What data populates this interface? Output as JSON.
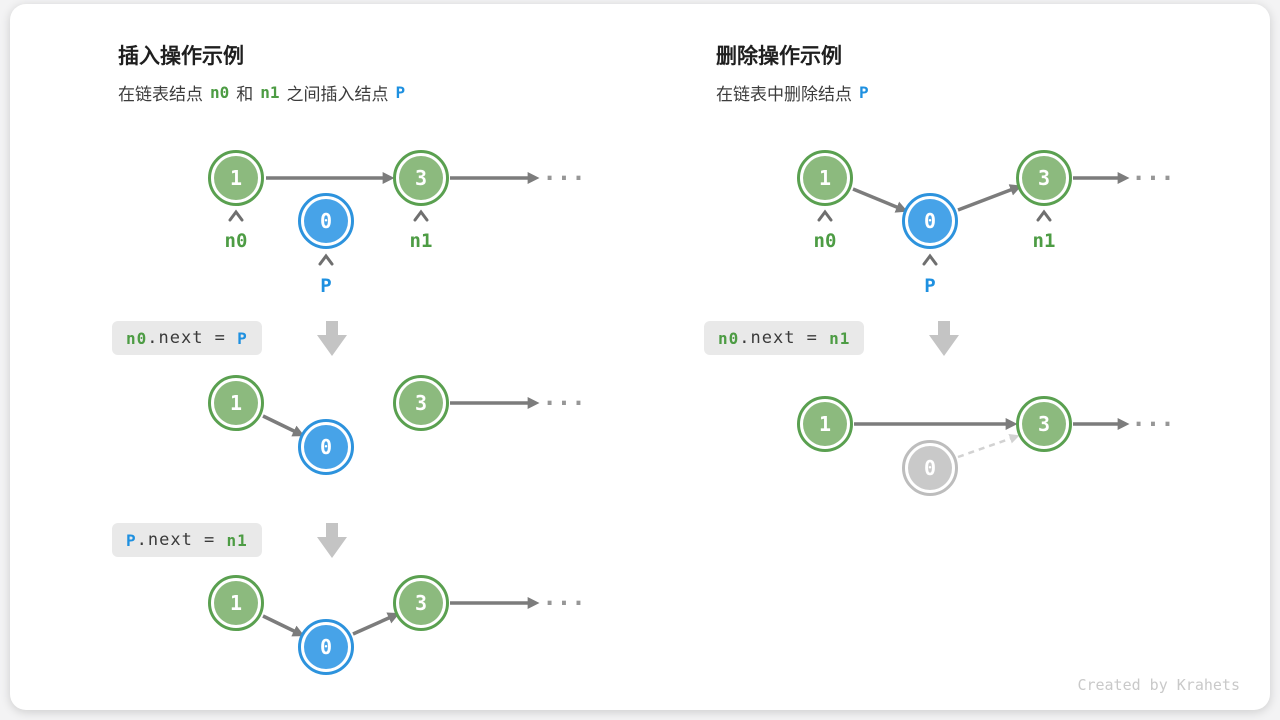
{
  "colors": {
    "node_green_fill": "#8cba7e",
    "node_green_ring": "#5aa050",
    "node_blue_fill": "#47a3e8",
    "node_blue_ring": "#2d93dd",
    "node_gray_fill": "#c9c9c9",
    "node_gray_ring": "#bdbdbd",
    "token_green": "#4d9c44",
    "token_blue": "#1e90e0",
    "arrow_gray": "#7c7c7c"
  },
  "glyphs": {
    "ellipsis": "..."
  },
  "insert": {
    "title": "插入操作示例",
    "subtitle": [
      "在链表结点",
      "n0",
      "和",
      "n1",
      "之间插入结点",
      "P"
    ],
    "node_values": {
      "first": "1",
      "second": "3",
      "inserted": "0"
    },
    "pointer_labels": {
      "n0": "n0",
      "n1": "n1",
      "p": "P"
    },
    "step1_code": [
      "n0",
      ".next = ",
      "P"
    ],
    "step2_code": [
      "P",
      ".next = ",
      "n1"
    ]
  },
  "delete": {
    "title": "删除操作示例",
    "subtitle": [
      "在链表中删除结点",
      "P"
    ],
    "node_values": {
      "first": "1",
      "second": "3",
      "removed": "0"
    },
    "pointer_labels": {
      "n0": "n0",
      "n1": "n1",
      "p": "P"
    },
    "step_code": [
      "n0",
      ".next = ",
      "n1"
    ]
  },
  "footer": {
    "credit": "Created by Krahets"
  }
}
